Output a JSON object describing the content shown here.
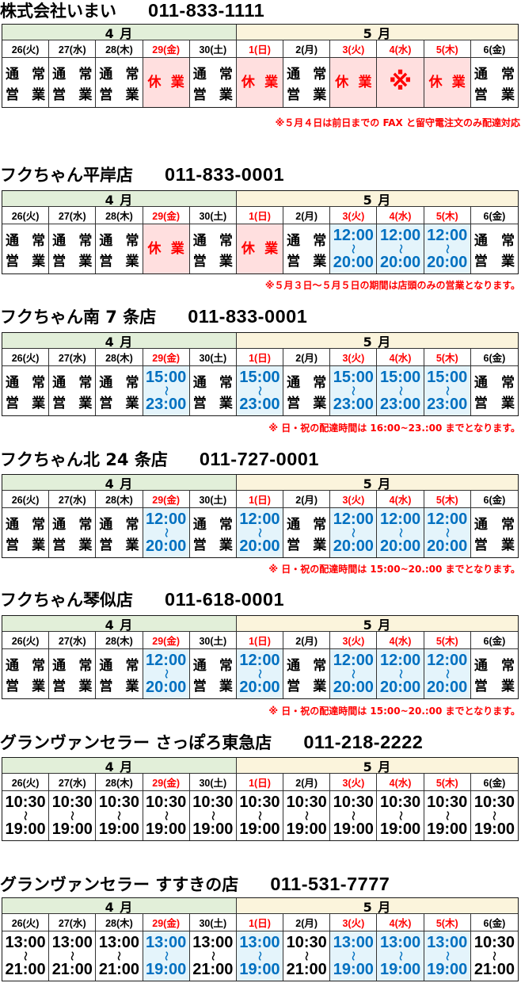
{
  "range_separator": "〜",
  "note_color": "#ff0000",
  "months": [
    {
      "label": "4 月",
      "bg": "#e2efd9",
      "days": [
        {
          "label": "26(火)",
          "color": "#000000"
        },
        {
          "label": "27(水)",
          "color": "#000000"
        },
        {
          "label": "28(木)",
          "color": "#000000"
        },
        {
          "label": "29(金)",
          "color": "#ff0000"
        },
        {
          "label": "30(土)",
          "color": "#000000"
        }
      ]
    },
    {
      "label": "5 月",
      "bg": "#fbf4dc",
      "days": [
        {
          "label": "1(日)",
          "color": "#ff0000"
        },
        {
          "label": "2(月)",
          "color": "#000000"
        },
        {
          "label": "3(火)",
          "color": "#ff0000"
        },
        {
          "label": "4(水)",
          "color": "#ff0000"
        },
        {
          "label": "5(木)",
          "color": "#ff0000"
        },
        {
          "label": "6(金)",
          "color": "#000000"
        }
      ]
    }
  ],
  "stores": [
    {
      "name": "株式会社いまい",
      "phone": "011-833-1111",
      "cells": [
        {
          "text": [
            "通常",
            "営業"
          ]
        },
        {
          "text": [
            "通常",
            "営業"
          ]
        },
        {
          "text": [
            "通常",
            "営業"
          ]
        },
        {
          "text": [
            "休業"
          ],
          "color": "#ff0000",
          "bg": "#ffdfdf"
        },
        {
          "text": [
            "通常",
            "営業"
          ]
        },
        {
          "text": [
            "休業"
          ],
          "color": "#ff0000",
          "bg": "#ffdfdf"
        },
        {
          "text": [
            "通常",
            "営業"
          ]
        },
        {
          "text": [
            "休業"
          ],
          "color": "#ff0000",
          "bg": "#ffdfdf"
        },
        {
          "text": [
            "※"
          ],
          "color": "#ff0000",
          "bg": "#ffdfdf"
        },
        {
          "text": [
            "休業"
          ],
          "color": "#ff0000",
          "bg": "#ffdfdf"
        },
        {
          "text": [
            "通常",
            "営業"
          ]
        }
      ],
      "note": "※５月４日は前日までの FAX と留守電注文のみ配達対応"
    },
    {
      "name": "フクちゃん平岸店",
      "phone": "011-833-0001",
      "cells": [
        {
          "text": [
            "通常",
            "営業"
          ]
        },
        {
          "text": [
            "通常",
            "営業"
          ]
        },
        {
          "text": [
            "通常",
            "営業"
          ]
        },
        {
          "text": [
            "休業"
          ],
          "color": "#ff0000",
          "bg": "#ffdfdf"
        },
        {
          "text": [
            "通常",
            "営業"
          ]
        },
        {
          "text": [
            "休業"
          ],
          "color": "#ff0000",
          "bg": "#ffdfdf"
        },
        {
          "text": [
            "通常",
            "営業"
          ]
        },
        {
          "open": "12:00",
          "close": "20:00",
          "color": "#0070c0",
          "bg": "#e4f4fb"
        },
        {
          "open": "12:00",
          "close": "20:00",
          "color": "#0070c0",
          "bg": "#e4f4fb"
        },
        {
          "open": "12:00",
          "close": "20:00",
          "color": "#0070c0",
          "bg": "#e4f4fb"
        },
        {
          "text": [
            "通常",
            "営業"
          ]
        }
      ],
      "note": "※５月３日～５月５日の期間は店頭のみの営業となります。"
    },
    {
      "name": "フクちゃん南 7 条店",
      "phone": "011-833-0001",
      "cells": [
        {
          "text": [
            "通常",
            "営業"
          ]
        },
        {
          "text": [
            "通常",
            "営業"
          ]
        },
        {
          "text": [
            "通常",
            "営業"
          ]
        },
        {
          "open": "15:00",
          "close": "23:00",
          "color": "#0070c0",
          "bg": "#e4f4fb"
        },
        {
          "text": [
            "通常",
            "営業"
          ]
        },
        {
          "open": "15:00",
          "close": "23:00",
          "color": "#0070c0",
          "bg": "#e4f4fb"
        },
        {
          "text": [
            "通常",
            "営業"
          ]
        },
        {
          "open": "15:00",
          "close": "23:00",
          "color": "#0070c0",
          "bg": "#e4f4fb"
        },
        {
          "open": "15:00",
          "close": "23:00",
          "color": "#0070c0",
          "bg": "#e4f4fb"
        },
        {
          "open": "15:00",
          "close": "23:00",
          "color": "#0070c0",
          "bg": "#e4f4fb"
        },
        {
          "text": [
            "通常",
            "営業"
          ]
        }
      ],
      "note": "※ 日・祝の配達時間は 16:00~23.:00 までとなります。"
    },
    {
      "name": "フクちゃん北 24 条店",
      "phone": "011-727-0001",
      "cells": [
        {
          "text": [
            "通常",
            "営業"
          ]
        },
        {
          "text": [
            "通常",
            "営業"
          ]
        },
        {
          "text": [
            "通常",
            "営業"
          ]
        },
        {
          "open": "12:00",
          "close": "20:00",
          "color": "#0070c0",
          "bg": "#e4f4fb"
        },
        {
          "text": [
            "通常",
            "営業"
          ]
        },
        {
          "open": "12:00",
          "close": "20:00",
          "color": "#0070c0",
          "bg": "#e4f4fb"
        },
        {
          "text": [
            "通常",
            "営業"
          ]
        },
        {
          "open": "12:00",
          "close": "20:00",
          "color": "#0070c0",
          "bg": "#e4f4fb"
        },
        {
          "open": "12:00",
          "close": "20:00",
          "color": "#0070c0",
          "bg": "#e4f4fb"
        },
        {
          "open": "12:00",
          "close": "20:00",
          "color": "#0070c0",
          "bg": "#e4f4fb"
        },
        {
          "text": [
            "通常",
            "営業"
          ]
        }
      ],
      "note": "※ 日・祝の配達時間は 15:00~20.:00 までとなります。"
    },
    {
      "name": "フクちゃん琴似店",
      "phone": "011-618-0001",
      "cells": [
        {
          "text": [
            "通常",
            "営業"
          ]
        },
        {
          "text": [
            "通常",
            "営業"
          ]
        },
        {
          "text": [
            "通常",
            "営業"
          ]
        },
        {
          "open": "12:00",
          "close": "20:00",
          "color": "#0070c0",
          "bg": "#e4f4fb"
        },
        {
          "text": [
            "通常",
            "営業"
          ]
        },
        {
          "open": "12:00",
          "close": "20:00",
          "color": "#0070c0",
          "bg": "#e4f4fb"
        },
        {
          "text": [
            "通常",
            "営業"
          ]
        },
        {
          "open": "12:00",
          "close": "20:00",
          "color": "#0070c0",
          "bg": "#e4f4fb"
        },
        {
          "open": "12:00",
          "close": "20:00",
          "color": "#0070c0",
          "bg": "#e4f4fb"
        },
        {
          "open": "12:00",
          "close": "20:00",
          "color": "#0070c0",
          "bg": "#e4f4fb"
        },
        {
          "text": [
            "通常",
            "営業"
          ]
        }
      ],
      "note": "※ 日・祝の配達時間は 15:00~20.:00 までとなります。"
    },
    {
      "name": "グランヴァンセラー さっぽろ東急店",
      "phone": "011-218-2222",
      "cells": [
        {
          "open": "10:30",
          "close": "19:00"
        },
        {
          "open": "10:30",
          "close": "19:00"
        },
        {
          "open": "10:30",
          "close": "19:00"
        },
        {
          "open": "10:30",
          "close": "19:00"
        },
        {
          "open": "10:30",
          "close": "19:00"
        },
        {
          "open": "10:30",
          "close": "19:00"
        },
        {
          "open": "10:30",
          "close": "19:00"
        },
        {
          "open": "10:30",
          "close": "19:00"
        },
        {
          "open": "10:30",
          "close": "19:00"
        },
        {
          "open": "10:30",
          "close": "19:00"
        },
        {
          "open": "10:30",
          "close": "19:00"
        }
      ]
    },
    {
      "name": "グランヴァンセラー すすきの店",
      "phone": "011-531-7777",
      "cells": [
        {
          "open": "13:00",
          "close": "21:00"
        },
        {
          "open": "13:00",
          "close": "21:00"
        },
        {
          "open": "13:00",
          "close": "21:00"
        },
        {
          "open": "13:00",
          "close": "19:00",
          "color": "#0070c0",
          "bg": "#e4f4fb"
        },
        {
          "open": "13:00",
          "close": "21:00"
        },
        {
          "open": "13:00",
          "close": "19:00",
          "color": "#0070c0",
          "bg": "#e4f4fb"
        },
        {
          "open": "10:30",
          "close": "21:00"
        },
        {
          "open": "13:00",
          "close": "19:00",
          "color": "#0070c0",
          "bg": "#e4f4fb"
        },
        {
          "open": "13:00",
          "close": "19:00",
          "color": "#0070c0",
          "bg": "#e4f4fb"
        },
        {
          "open": "13:00",
          "close": "19:00",
          "color": "#0070c0",
          "bg": "#e4f4fb"
        },
        {
          "open": "10:30",
          "close": "21:00"
        }
      ]
    }
  ]
}
